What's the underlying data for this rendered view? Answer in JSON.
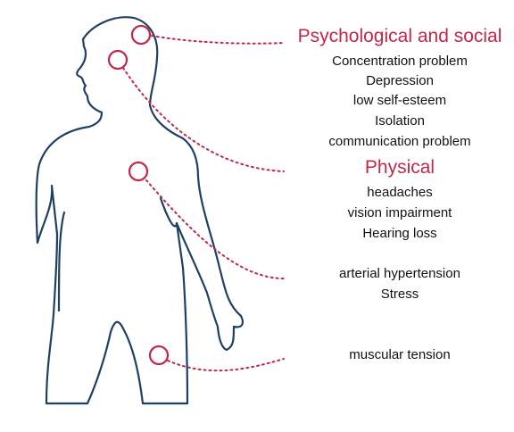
{
  "colors": {
    "outline": "#1f3f64",
    "accent": "#c0284a",
    "text": "#111111"
  },
  "sections": {
    "psychological": {
      "heading": "Psychological and social",
      "items": [
        "Concentration problem",
        "Depression",
        "low self-esteem",
        "Isolation",
        "communication problem"
      ]
    },
    "physical": {
      "heading": "Physical",
      "items": [
        "headaches",
        "vision impairment",
        "Hearing loss"
      ]
    },
    "cardio": {
      "items": [
        "arterial hypertension",
        "Stress"
      ]
    },
    "muscular": {
      "items": [
        "muscular tension"
      ]
    }
  }
}
